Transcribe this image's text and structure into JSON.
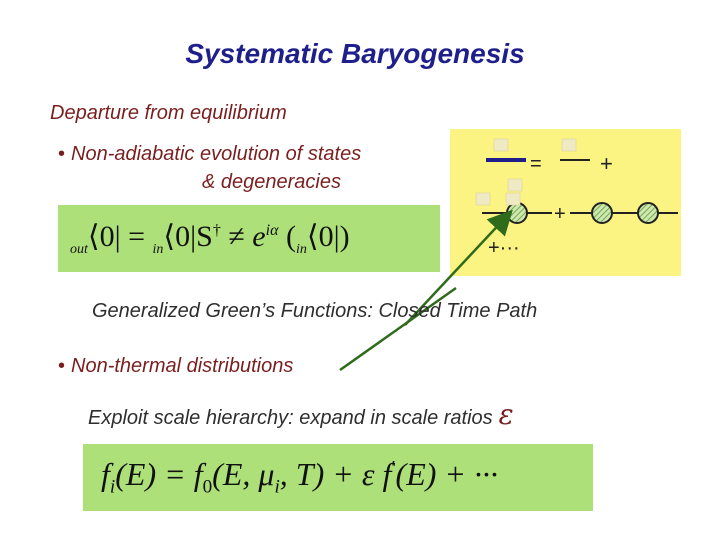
{
  "slide": {
    "title": "Systematic Baryogenesis",
    "heading": "Departure from equilibrium",
    "bullet1_line1": "Non-adiabatic evolution of states",
    "bullet1_line2": "& degeneracies",
    "formula1": {
      "out": "out",
      "lhs": "⟨0| = ",
      "in1": "in",
      "mid": "⟨0|S",
      "dagger": "†",
      "neq": " ≠ ",
      "e": "e",
      "exp": "iα",
      "paren_open": " (",
      "in2": "in",
      "ket": "⟨0|)"
    },
    "diagram": {
      "equals": "=",
      "plus1": "+",
      "plus2": "+",
      "ellipsis": "+···"
    },
    "ggf": "Generalized Green’s Functions: Closed Time Path",
    "bullet2": "Non-thermal distributions",
    "exploit": "Exploit scale hierarchy: expand in scale ratios",
    "epsilon": "ε",
    "formula2": {
      "f": "f",
      "i_sub": "i",
      "arg1": "(E) = ",
      "f0": "f",
      "zero_sub": "0",
      "arg2": "(E, μ",
      "i_sub2": "i",
      "arg3": ", T) + ε f",
      "prime": "′",
      "arg4": "(E) + ···"
    },
    "colors": {
      "title": "#1f1f8c",
      "body_text": "#7a1f1f",
      "green_box": "#aee07a",
      "yellow_box": "#fbf382",
      "arrow": "#2e6b1a"
    }
  }
}
